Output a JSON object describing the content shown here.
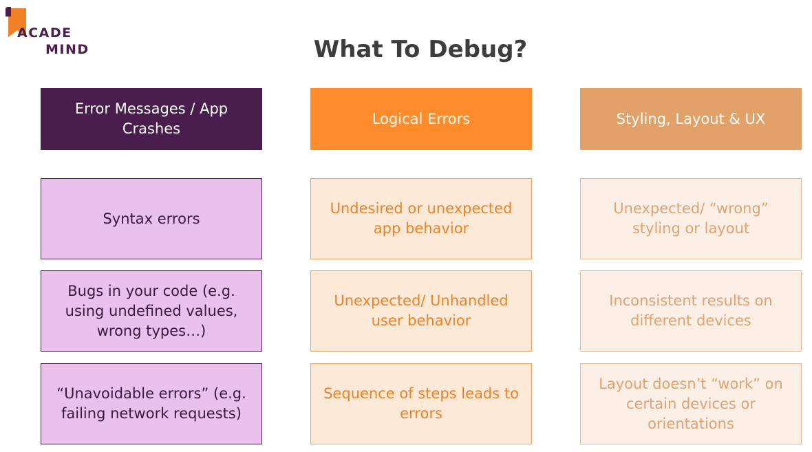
{
  "logo": {
    "line1": "ACADE",
    "line2": "MIND",
    "brand_color": "#4a1e4c",
    "accent_color": "#f08124"
  },
  "title": "What To Debug?",
  "columns": [
    {
      "header": "Error Messages / App Crashes",
      "items": [
        "Syntax errors",
        "Bugs in your code (e.g. using undefined values, wrong types…)",
        "“Unavoidable errors” (e.g. failing network requests)"
      ]
    },
    {
      "header": "Logical Errors",
      "items": [
        "Undesired or unexpected app behavior",
        "Unexpected/ Unhandled user behavior",
        "Sequence of steps leads to errors"
      ]
    },
    {
      "header": "Styling, Layout & UX",
      "items": [
        "Unexpected/ “wrong” styling or layout",
        "Inconsistent results on different devices",
        "Layout doesn’t “work” on certain devices or orientations"
      ]
    }
  ],
  "colors": {
    "header_1": "#4a1e4c",
    "header_2": "#ff8c2b",
    "header_3": "#e3a16a",
    "cell_1_bg": "#eac0ec",
    "cell_2_bg": "#fde9d8",
    "cell_3_bg": "#fbefe6"
  }
}
